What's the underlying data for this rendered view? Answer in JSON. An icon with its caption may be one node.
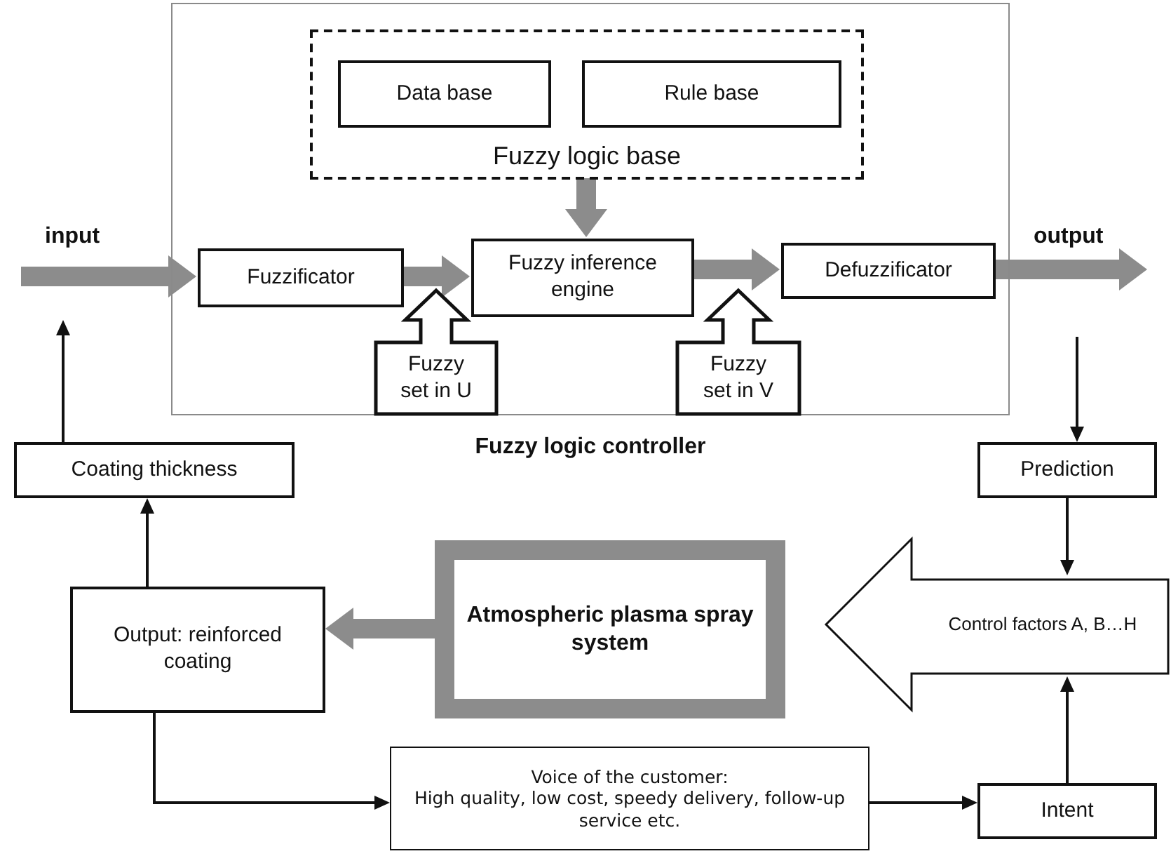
{
  "diagram": {
    "nodes": [
      {
        "text": [
          "Fuzzy logic controller"
        ]
      },
      {
        "text": [
          "Fuzzy logic base"
        ],
        "in": 0
      },
      {
        "text": [
          "Data base"
        ],
        "in": 1
      },
      {
        "text": [
          "Rule base"
        ],
        "in": 1
      },
      {
        "text": [
          "Fuzzificator"
        ],
        "in": 0
      },
      {
        "text": [
          "Fuzzy inference engine"
        ],
        "in": 0
      },
      {
        "text": [
          "Defuzzificator"
        ],
        "in": 0
      },
      {
        "text": [
          "Fuzzy set in U"
        ],
        "in": 0
      },
      {
        "text": [
          "Fuzzy set in V"
        ],
        "in": 0
      },
      {
        "text": [
          "Coating thickness"
        ]
      },
      {
        "text": [
          "Prediction"
        ]
      },
      {
        "text": [
          "Atmospheric plasma spray system"
        ]
      },
      {
        "text": [
          "Output: reinforced coating"
        ]
      },
      {
        "text": [
          "Control factors A, B…H"
        ]
      },
      {
        "text": [
          "Voice of the customer:",
          "High quality, low cost, speedy delivery, follow-up service etc."
        ]
      },
      {
        "text": [
          "Intent"
        ]
      }
    ],
    "edges": [
      {
        "from": null,
        "to": 4,
        "arrow": "to",
        "label": "input",
        "style": "thick",
        "color": "#8c8c8c"
      },
      {
        "from": 4,
        "to": 5,
        "arrow": "to",
        "style": "thick",
        "color": "#8c8c8c"
      },
      {
        "from": 1,
        "to": 5,
        "arrow": "to",
        "style": "thick",
        "color": "#8c8c8c"
      },
      {
        "from": 5,
        "to": 6,
        "arrow": "to",
        "style": "thick",
        "color": "#8c8c8c"
      },
      {
        "from": 6,
        "to": null,
        "arrow": "to",
        "label": "output",
        "style": "thick",
        "color": "#8c8c8c"
      },
      {
        "from": null,
        "to": 10,
        "arrow": "to"
      },
      {
        "from": 10,
        "to": 13,
        "arrow": "to"
      },
      {
        "from": 15,
        "to": 13,
        "arrow": "to"
      },
      {
        "from": 14,
        "to": 15,
        "arrow": "to"
      },
      {
        "from": 12,
        "to": 14,
        "arrow": "to"
      },
      {
        "from": 12,
        "to": 9,
        "arrow": "to"
      },
      {
        "from": 11,
        "to": 12,
        "arrow": "to",
        "style": "thick",
        "color": "#8c8c8c"
      },
      {
        "from": 9,
        "to": null,
        "arrow": "to"
      }
    ]
  }
}
